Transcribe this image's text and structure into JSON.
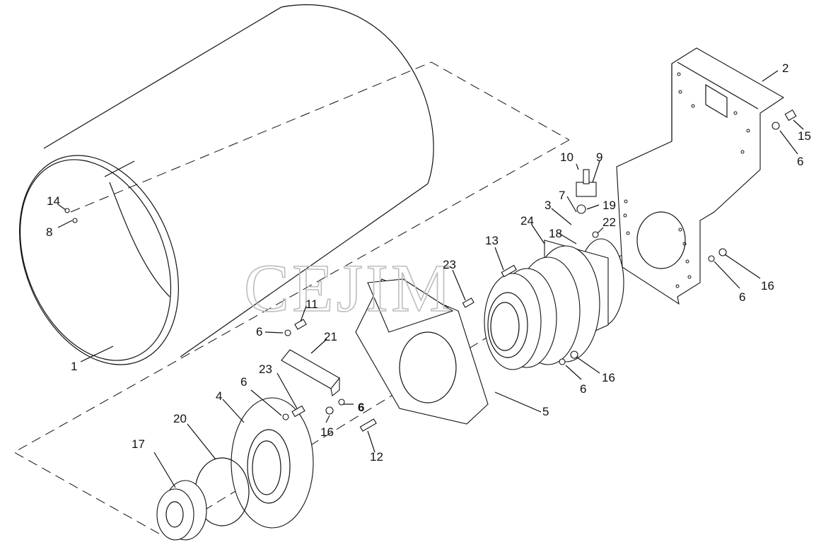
{
  "watermark": "CEJIM",
  "labels": {
    "l1": "1",
    "l2": "2",
    "l3": "3",
    "l4": "4",
    "l5": "5",
    "l6a": "6",
    "l6b": "6",
    "l6c": "6",
    "l6d": "6",
    "l6e": "6",
    "l6f": "6",
    "l7": "7",
    "l8": "8",
    "l9": "9",
    "l10": "10",
    "l11": "11",
    "l12": "12",
    "l13": "13",
    "l14": "14",
    "l15": "15",
    "l16a": "16",
    "l16b": "16",
    "l16c": "16",
    "l17": "17",
    "l18": "18",
    "l19": "19",
    "l20": "20",
    "l21": "21",
    "l22": "22",
    "l23a": "23",
    "l23b": "23",
    "l24": "24"
  }
}
